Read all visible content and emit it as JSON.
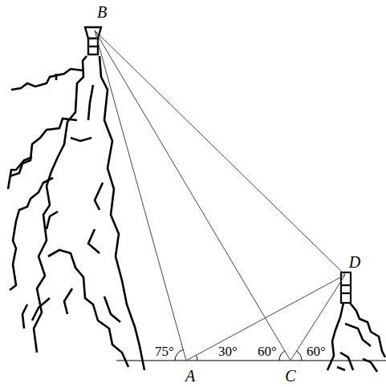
{
  "diagram": {
    "labels": [
      "B",
      "D",
      "A",
      "C",
      "75°",
      "30°",
      "60°",
      "60°"
    ]
  }
}
